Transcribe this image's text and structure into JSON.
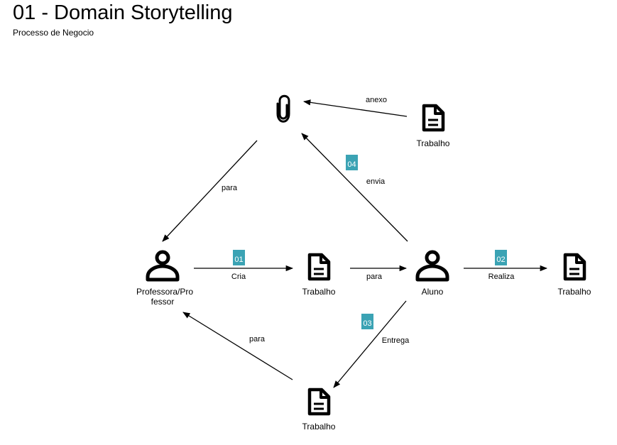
{
  "header": {
    "title": "01 - Domain Storytelling",
    "subtitle": "Processo de Negocio"
  },
  "colors": {
    "badge": "#3ba3b4",
    "badge_text": "#ffffff",
    "stroke": "#000000"
  },
  "nodes": {
    "clip": {
      "icon": "paperclip-icon",
      "label": ""
    },
    "doc_top": {
      "icon": "document-icon",
      "label": "Trabalho"
    },
    "professor": {
      "icon": "person-icon",
      "label_line1": "Professora/Pro",
      "label_line2": "fessor"
    },
    "doc_center": {
      "icon": "document-icon",
      "label": "Trabalho"
    },
    "aluno": {
      "icon": "person-icon",
      "label": "Aluno"
    },
    "doc_right": {
      "icon": "document-icon",
      "label": "Trabalho"
    },
    "doc_bottom": {
      "icon": "document-icon",
      "label": "Trabalho"
    }
  },
  "edges": {
    "anexo": {
      "label": "anexo"
    },
    "para_clip_prof": {
      "label": "para"
    },
    "envia": {
      "label": "envia",
      "badge": "04"
    },
    "cria": {
      "label": "Cria",
      "badge": "01"
    },
    "para_doc_aluno": {
      "label": "para"
    },
    "realiza": {
      "label": "Realiza",
      "badge": "02"
    },
    "entrega": {
      "label": "Entrega",
      "badge": "03"
    },
    "para_doc_prof": {
      "label": "para"
    }
  }
}
